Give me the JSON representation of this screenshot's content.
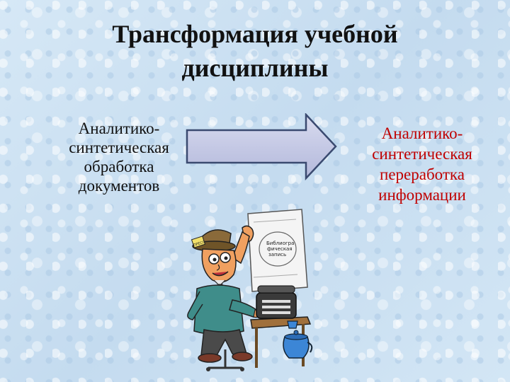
{
  "slide": {
    "title_lines": [
      "Трансформация учебной",
      "дисциплины"
    ],
    "left_text_lines": [
      "Аналитико-",
      "синтетическая",
      "обработка",
      "документов"
    ],
    "right_text_lines": [
      "Аналитико-",
      "синтетическая",
      "переработка",
      "информации"
    ],
    "right_text_color": "#c00000"
  },
  "clipart": {
    "paper_text_lines": [
      "Библиогра",
      "фическая",
      "запись"
    ],
    "hat_label": "ПРЕСС"
  },
  "icons": {
    "arrow": "right-arrow-icon",
    "illustration": "man-with-typewriter-illustration"
  }
}
